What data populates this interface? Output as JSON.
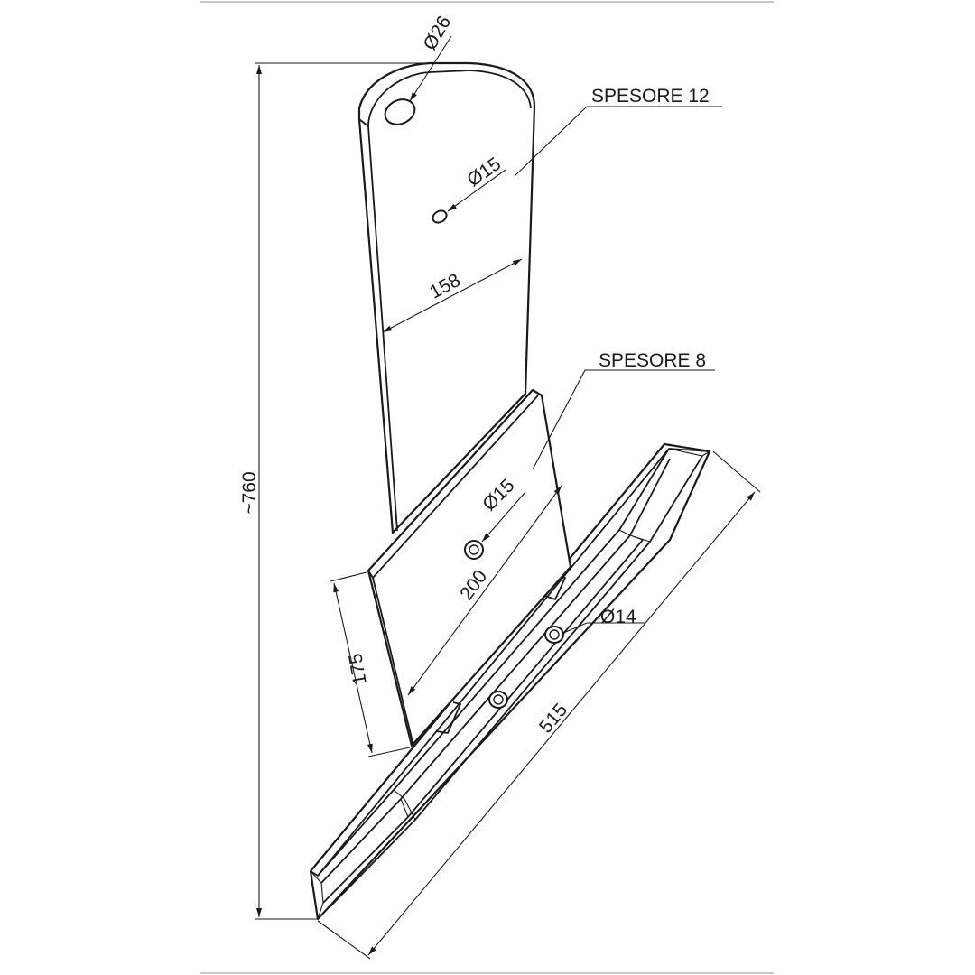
{
  "drawing": {
    "annotations": {
      "height_overall": "~760",
      "hole_top_diameter": "Ø26",
      "hole_upper_diameter": "Ø15",
      "shank_width": "158",
      "shank_thickness": "SPESORE 12",
      "plate_thickness": "SPESORE 8",
      "hole_plate_diameter": "Ø15",
      "plate_length": "200",
      "plate_width": "175",
      "hole_blade_diameter": "Ø14",
      "blade_length": "515"
    }
  }
}
